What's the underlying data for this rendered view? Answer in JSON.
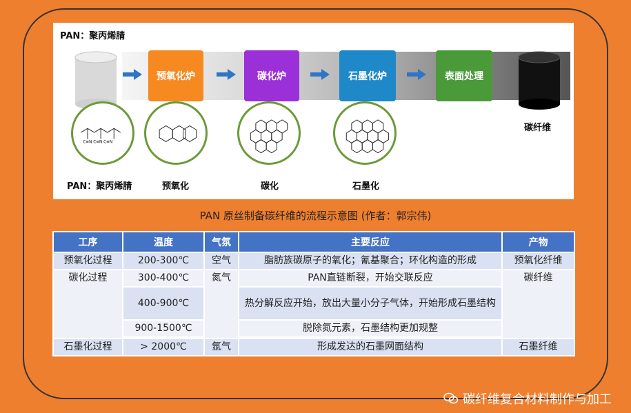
{
  "figure": {
    "title": "PAN：聚丙烯腈",
    "stages": [
      {
        "label": "预氧化炉",
        "color": "#f6891f"
      },
      {
        "label": "碳化炉",
        "color": "#9b30d9"
      },
      {
        "label": "石墨化炉",
        "color": "#1e88c8"
      },
      {
        "label": "表面处理",
        "color": "#4b9a3a"
      }
    ],
    "molecules": [
      {
        "label": "PAN：聚丙烯腈"
      },
      {
        "label": "预氧化"
      },
      {
        "label": "碳化"
      },
      {
        "label": "石墨化"
      }
    ],
    "product": "碳纤维"
  },
  "caption": "PAN 原丝制备碳纤维的流程示意图 (作者：郭宗伟)",
  "table": {
    "headers": [
      "工序",
      "温度",
      "气氛",
      "主要反应",
      "产物"
    ],
    "rows": {
      "r1": {
        "step": "预氧化过程",
        "temp": "200-300℃",
        "atm": "空气",
        "reaction": "脂肪族碳原子的氧化；氰基聚合；环化构造的形成",
        "product": "预氧化纤维"
      },
      "r2": {
        "step": "碳化过程",
        "temp": "300-400℃",
        "atm": "氮气",
        "reaction": "PAN直链断裂，开始交联反应",
        "product": "碳纤维"
      },
      "r3": {
        "temp": "400-900℃",
        "reaction": "热分解反应开始，放出大量小分子气体，开始形成石墨结构"
      },
      "r4": {
        "temp": "900-1500℃",
        "reaction": "脱除氮元素，石墨结构更加规整"
      },
      "r5": {
        "step": "石墨化过程",
        "temp": "> 2000℃",
        "atm": "氩气",
        "reaction": "形成发达的石墨网面结构",
        "product": "石墨纤维"
      }
    }
  },
  "watermark": "碳纤维复合材料制作与加工",
  "icons": {
    "wechat": "wechat-icon"
  }
}
